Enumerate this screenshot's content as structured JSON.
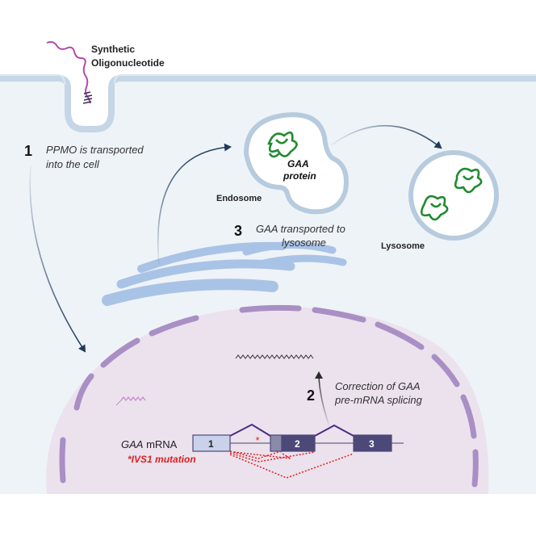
{
  "oligo": {
    "line1": "Synthetic",
    "line2": "Oligonucleotide"
  },
  "step1": {
    "number": "1",
    "line1": "PPMO is transported",
    "line2": "into the cell"
  },
  "endosome": {
    "label": "Endosome",
    "protein_line1": "GAA",
    "protein_line2": "protein"
  },
  "step3": {
    "number": "3",
    "line1": "GAA transported to",
    "line2": "lysosome"
  },
  "lysosome": {
    "label": "Lysosome"
  },
  "step2": {
    "number": "2",
    "line1": "Correction of GAA",
    "line2": "pre-mRNA splicing"
  },
  "mrna": {
    "gene": "GAA",
    "suffix": " mRNA",
    "mutation_label": "*IVS1 mutation",
    "asterisk": "*",
    "exons": [
      "1",
      "2",
      "3"
    ]
  },
  "colors": {
    "cell_fill": "#eef3f8",
    "membrane": "#b9cde0",
    "nucleus_fill": "#ebe2ee",
    "nucleus_border": "#a98fc4",
    "er": "#a9c3e6",
    "arrow": "#1f3a5b",
    "protein": "#1f8a2e",
    "oligo": "#b24aa9",
    "exon_dark": "#4c4878",
    "exon_light": "#c9d2ea",
    "splice": "#4b2a86",
    "mutation": "#e01f1f"
  }
}
